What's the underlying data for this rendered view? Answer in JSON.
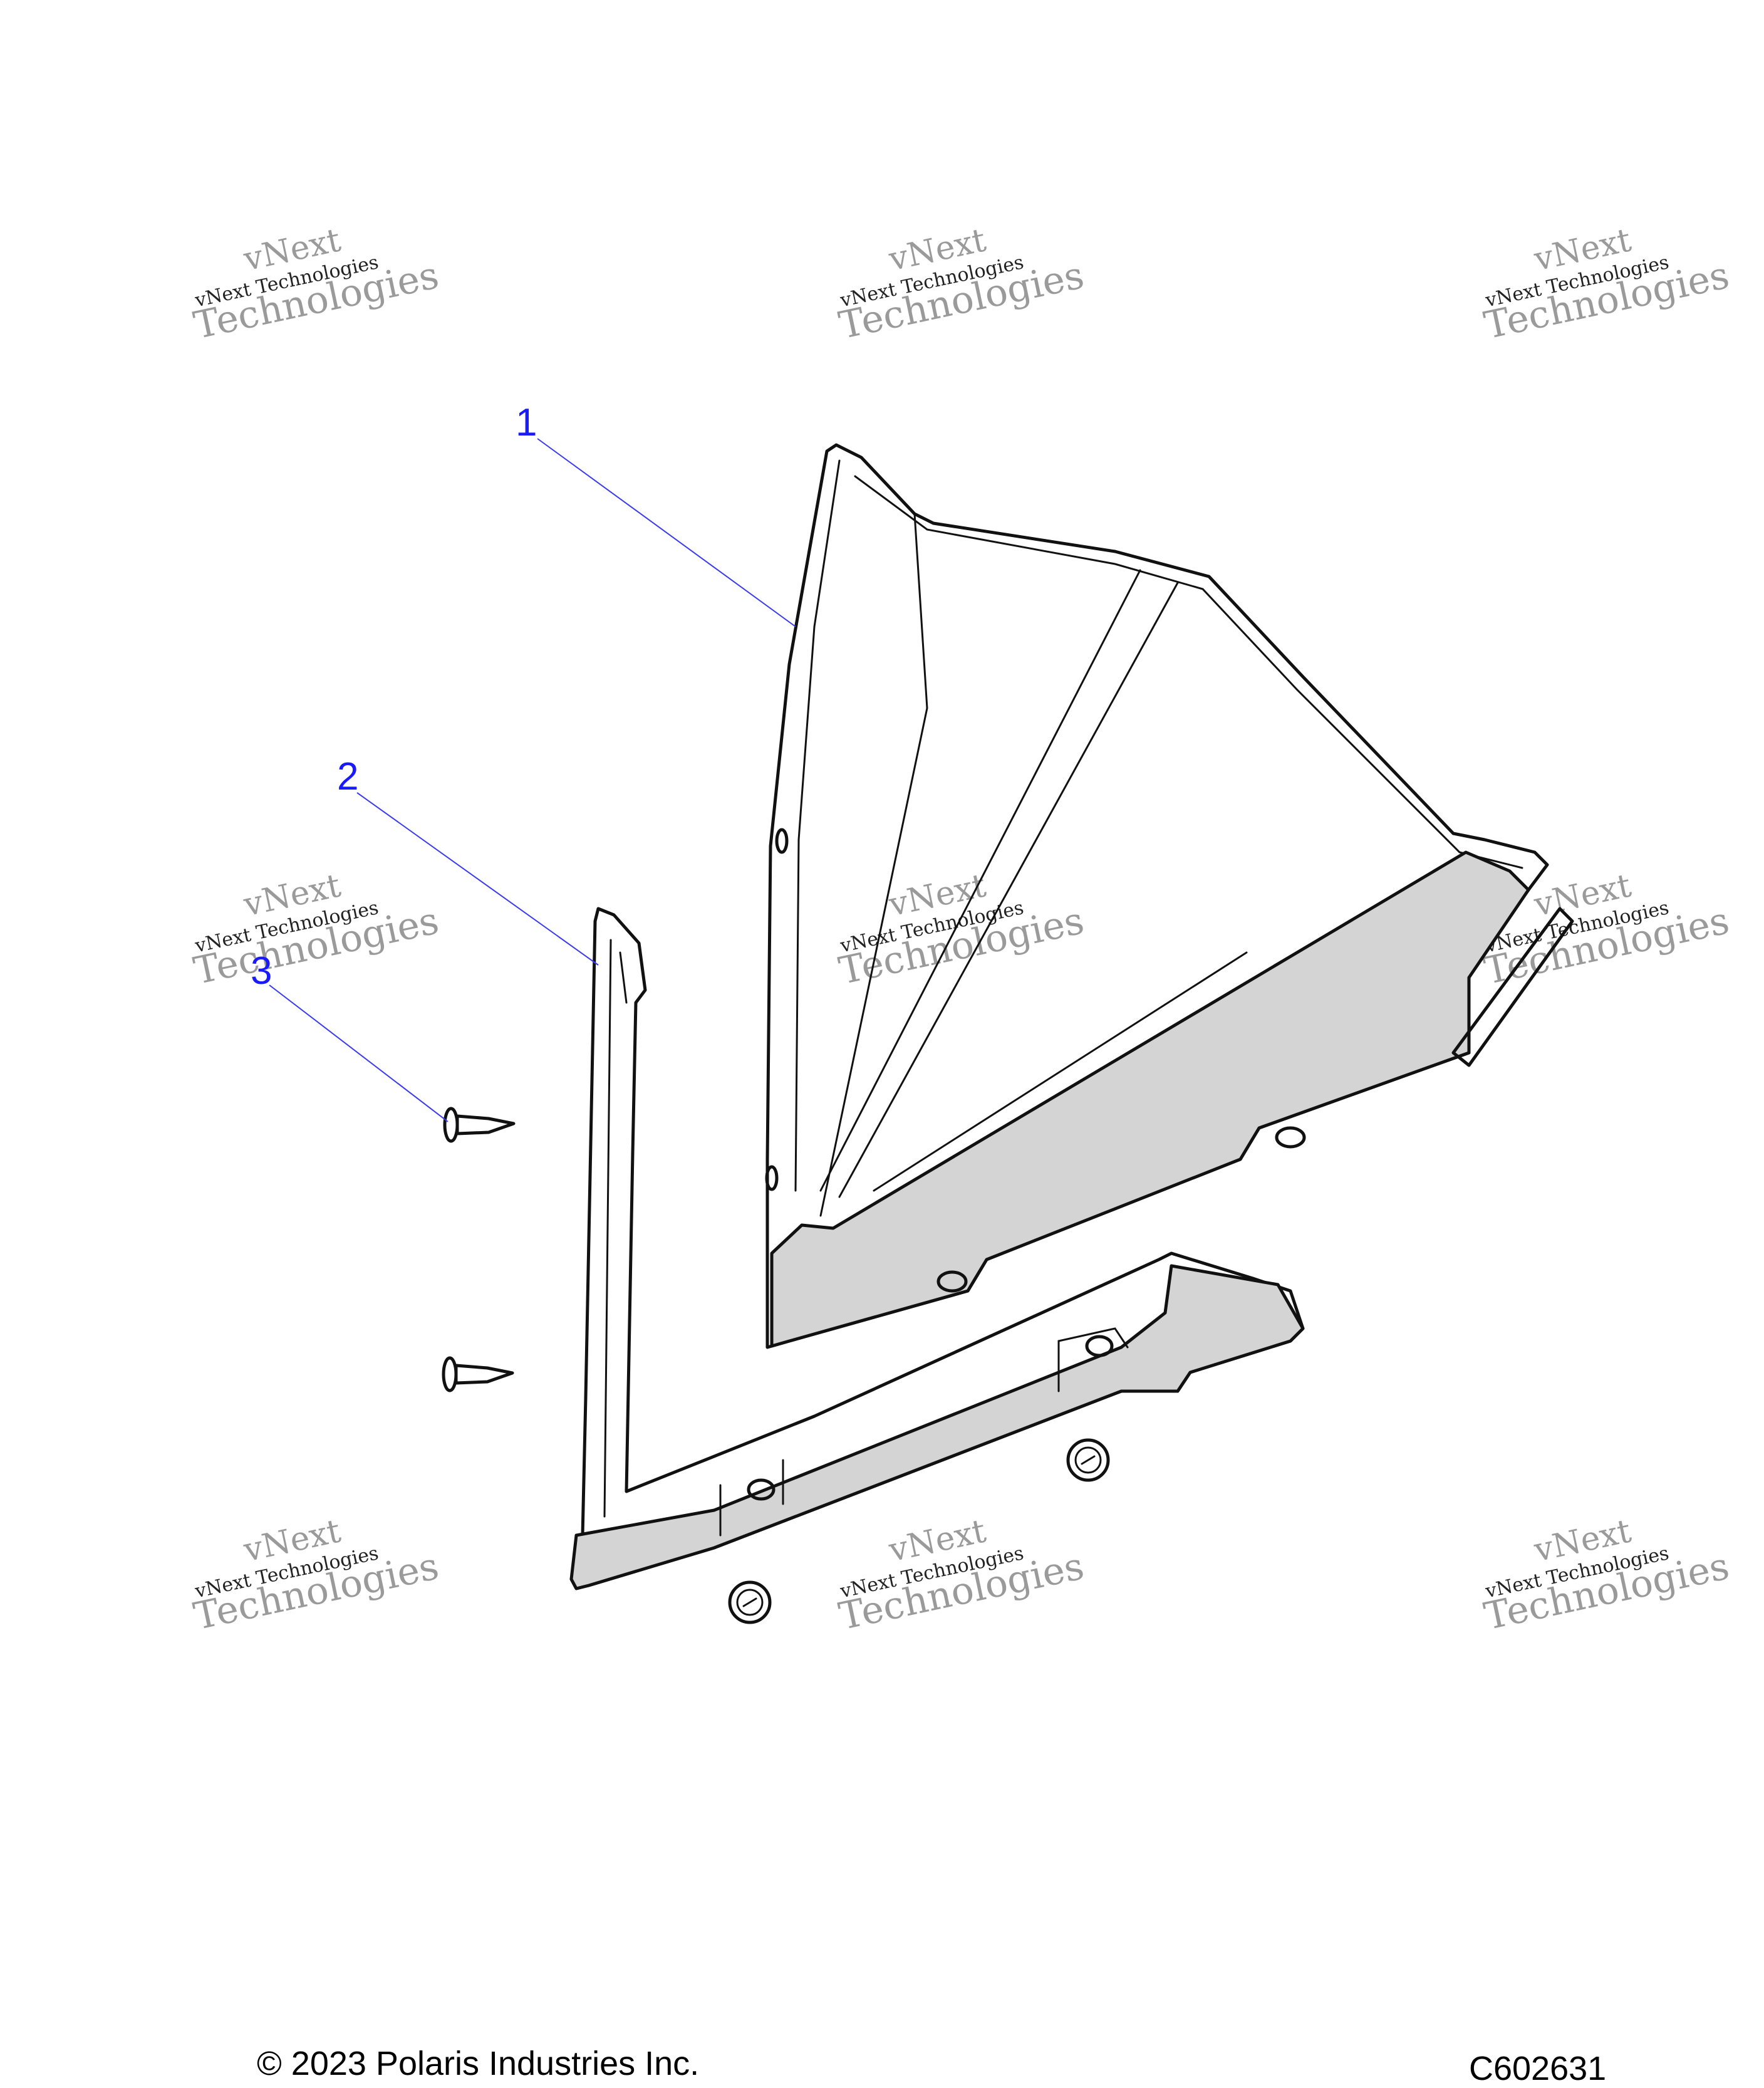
{
  "watermark": {
    "line1": "vNext",
    "line2": "vNext Technologies",
    "line3": "Technologies"
  },
  "callouts": [
    {
      "label": "1",
      "part": "windshield-panel"
    },
    {
      "label": "2",
      "part": "side-trim-panel"
    },
    {
      "label": "3",
      "part": "push-rivet"
    }
  ],
  "footer": {
    "copyright": "© 2023 Polaris Industries Inc.",
    "figure_id": "C602631"
  },
  "colors": {
    "callout": "#1a1aff",
    "panel_fill": "#d4d4d4",
    "watermark": "#9a9a9a"
  }
}
